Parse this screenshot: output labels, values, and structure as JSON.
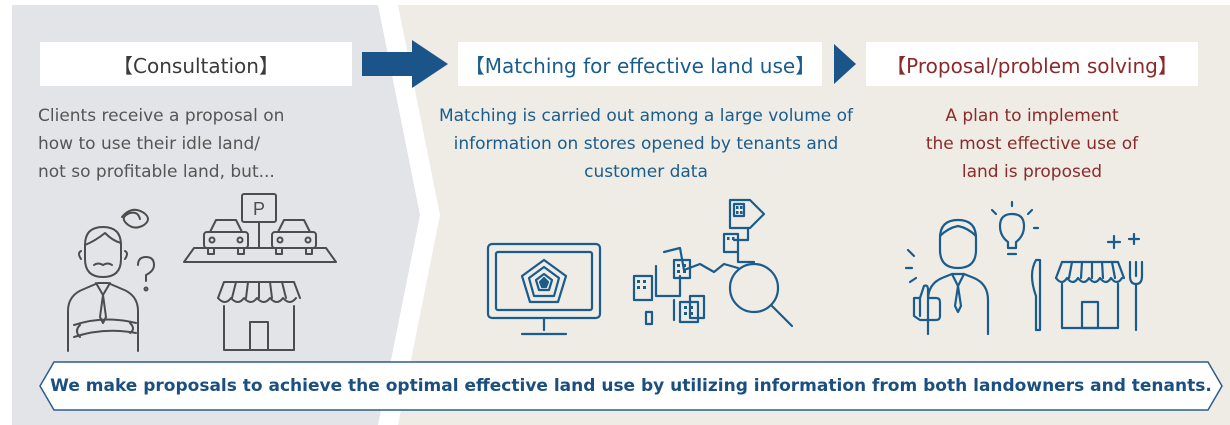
{
  "steps": [
    {
      "title": "【Consultation】",
      "title_color": "#3a3a3a",
      "lines": [
        "Clients receive a proposal on",
        "how to use their idle land/",
        "not so profitable land, but..."
      ],
      "text_color": "#555555"
    },
    {
      "title": "【Matching for effective land use】",
      "title_color": "#1a5c8e",
      "lines": [
        "Matching is carried out among a large volume of",
        "information on stores opened by tenants and",
        "customer data"
      ],
      "text_color": "#1a5c8e"
    },
    {
      "title": "【Proposal/problem solving】",
      "title_color": "#8b2a2a",
      "lines": [
        "A plan to implement",
        "the most effective use of",
        "land is proposed"
      ],
      "text_color": "#8b2a2a"
    }
  ],
  "illustrations": {
    "parking_sign": "P",
    "icons": [
      "thinking-landowner-icon",
      "parking-lot-icon",
      "storefront-icon",
      "radar-monitor-icon",
      "building-map-icon",
      "magnifier-icon",
      "thumbs-up-person-icon",
      "lightbulb-icon",
      "restaurant-store-icon",
      "sparkle-icon"
    ]
  },
  "banner": {
    "text": "We make proposals to achieve the optimal effective land use by utilizing information from both landowners and tenants."
  },
  "colors": {
    "panel_gray": "#e3e4e7",
    "panel_beige": "#efece5",
    "arrow_blue": "#1a5488",
    "accent_blue": "#1a5c8e",
    "accent_red": "#8b2a2a"
  }
}
